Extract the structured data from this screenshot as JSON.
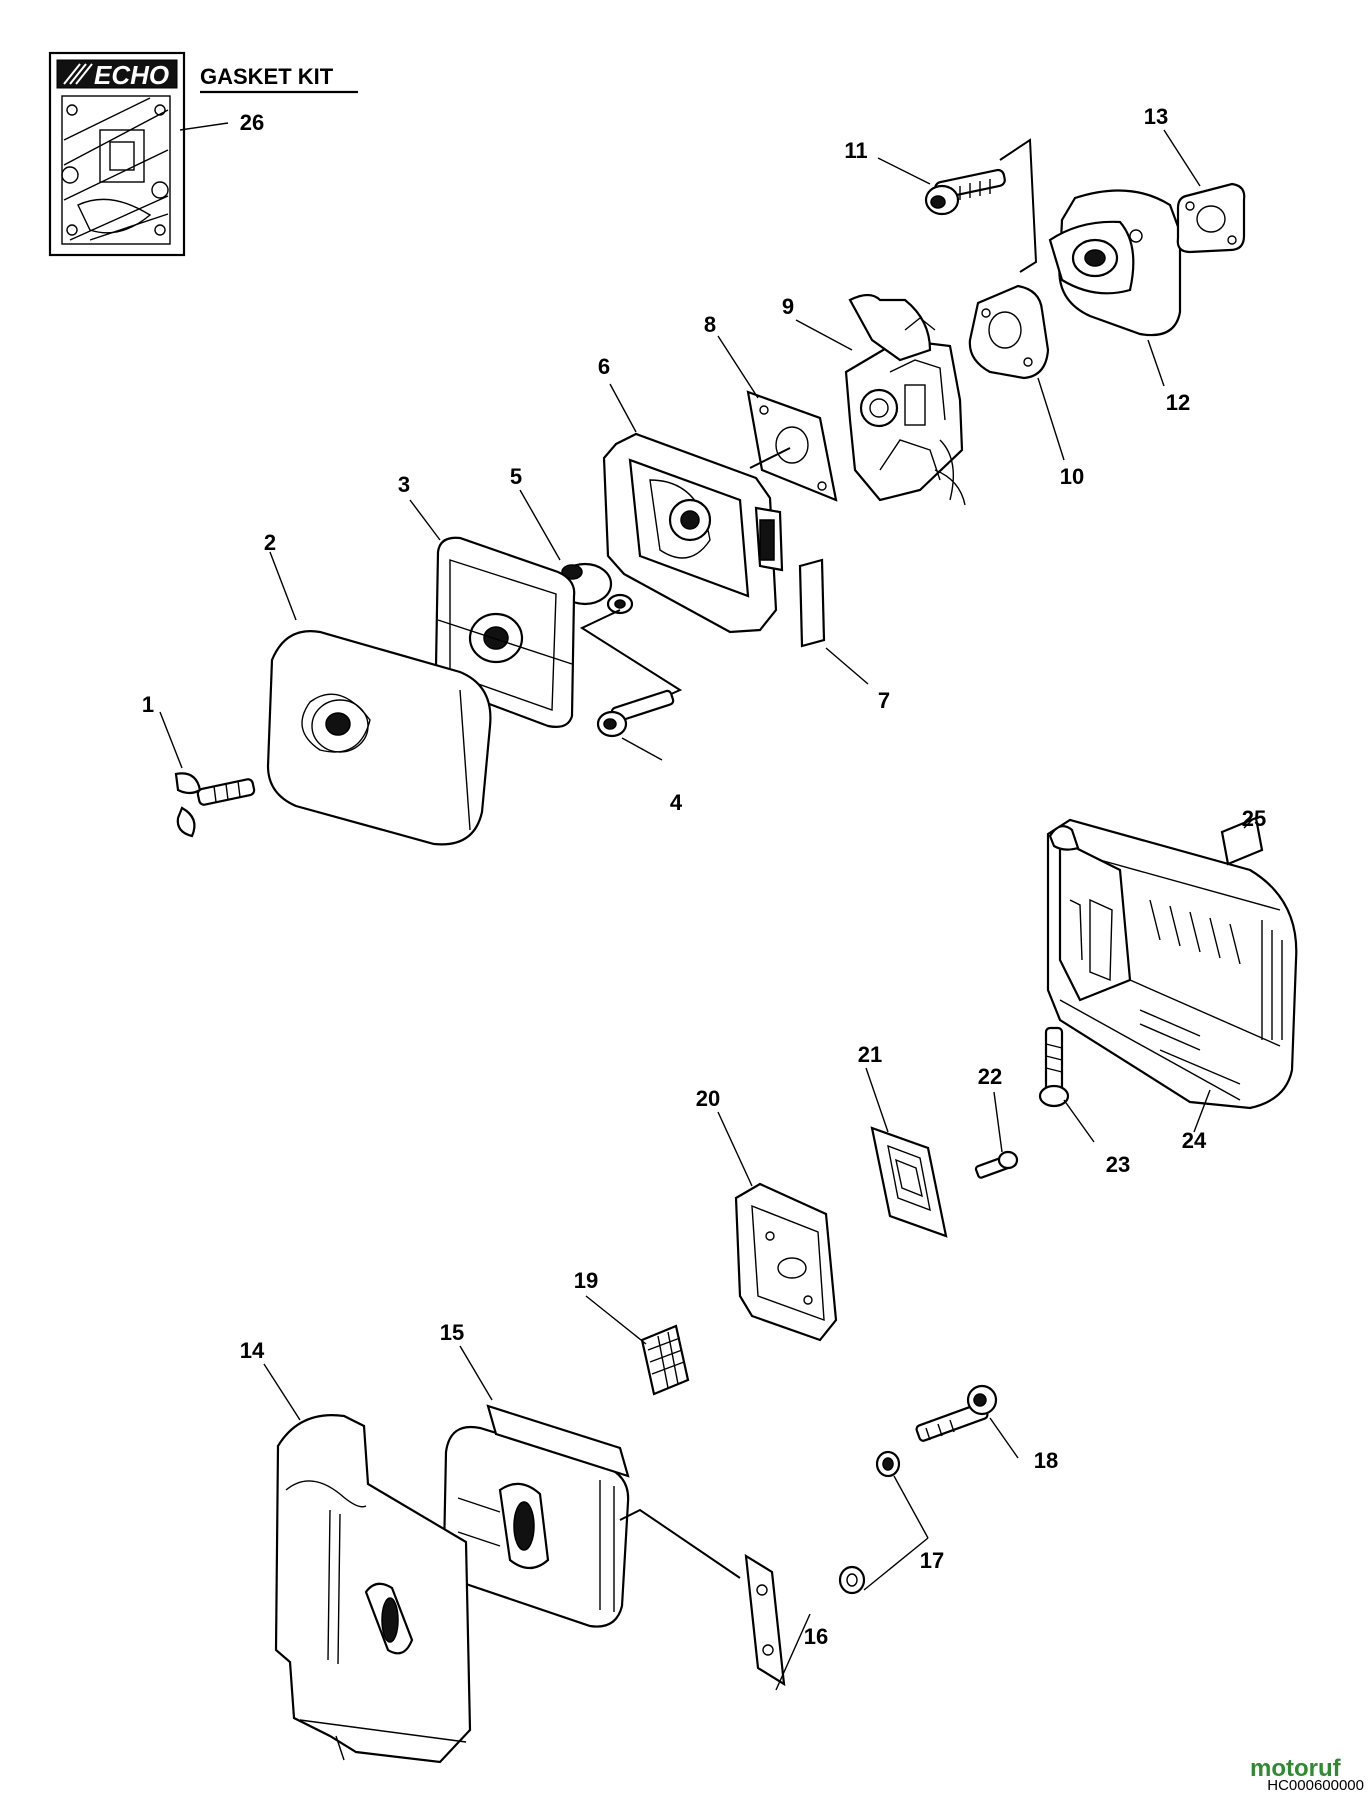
{
  "kit": {
    "brand": "ECHO",
    "title": "GASKET KIT"
  },
  "callouts": [
    "1",
    "2",
    "3",
    "4",
    "5",
    "6",
    "7",
    "8",
    "9",
    "10",
    "11",
    "12",
    "13",
    "14",
    "15",
    "16",
    "17",
    "18",
    "19",
    "20",
    "21",
    "22",
    "23",
    "24",
    "25",
    "26"
  ],
  "drawing_code": "HC000600000",
  "watermark": {
    "text": "motoruf",
    "colors": [
      "#2e8b2e",
      "#d4141e"
    ]
  }
}
